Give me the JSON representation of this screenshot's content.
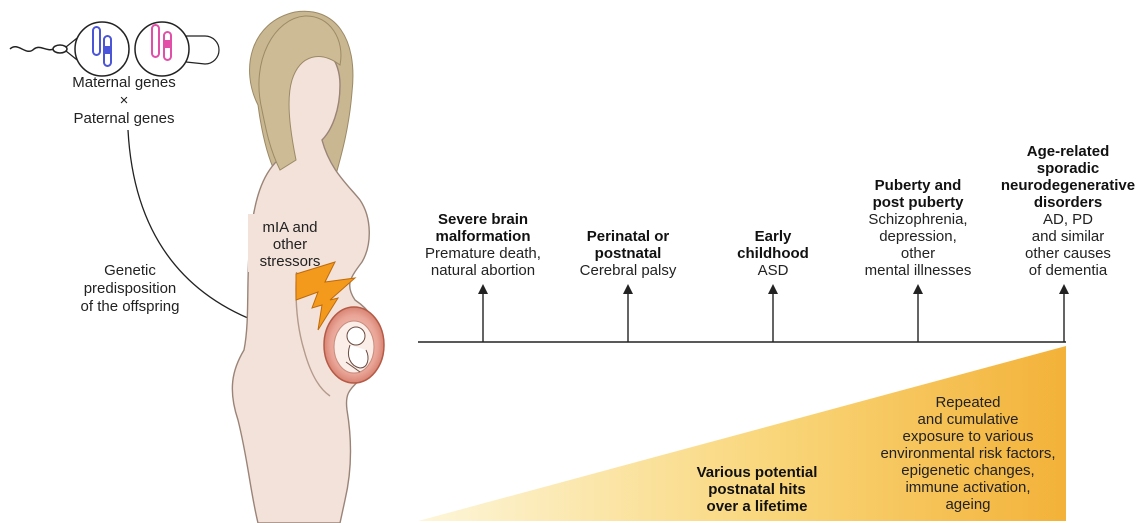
{
  "genes": {
    "line1": "Maternal genes",
    "line2": "×",
    "line3": "Paternal genes"
  },
  "predisposition": [
    "Genetic",
    "predisposition",
    "of the offspring"
  ],
  "stressors": [
    "mIA and",
    "other",
    "stressors"
  ],
  "stages": [
    {
      "title": [
        "Severe brain",
        "malformation"
      ],
      "desc": [
        "Premature death,",
        "natural abortion"
      ]
    },
    {
      "title": [
        "Perinatal or",
        "postnatal"
      ],
      "desc": [
        "Cerebral palsy"
      ]
    },
    {
      "title": [
        "Early",
        "childhood"
      ],
      "desc": [
        "ASD"
      ]
    },
    {
      "title": [
        "Puberty and",
        "post puberty"
      ],
      "desc": [
        "Schizophrenia,",
        "depression,",
        "other",
        "mental illnesses"
      ]
    },
    {
      "title": [
        "Age-related",
        "sporadic",
        "neurodegenerative",
        "disorders"
      ],
      "desc": [
        "AD, PD",
        "and similar",
        "other causes",
        "of dementia"
      ]
    }
  ],
  "hits": [
    "Various potential",
    "postnatal hits",
    "over a lifetime"
  ],
  "exposure": [
    "Repeated",
    "and cumulative",
    "exposure to various",
    "environmental risk factors,",
    "epigenetic changes,",
    "immune activation,",
    "ageing"
  ],
  "colors": {
    "skin": "#f3e2d9",
    "hair": "#c9b792",
    "wedge_light": "#fdf3cf",
    "wedge_dark": "#f4b73c",
    "bolt": "#f39a1d",
    "uterus": "#e2826e",
    "maternal": "#4a55d8",
    "paternal": "#e14fa9"
  }
}
